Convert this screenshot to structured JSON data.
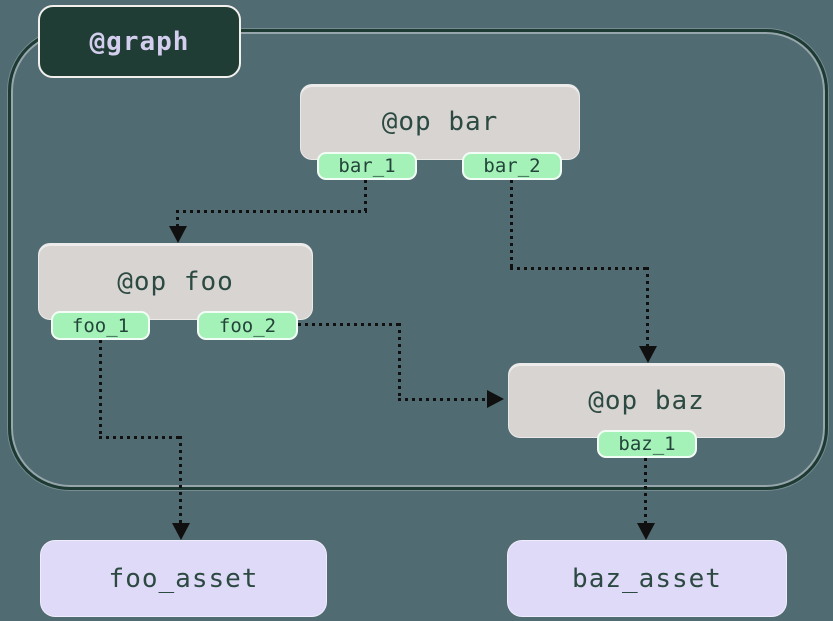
{
  "graph": {
    "label": "@graph"
  },
  "ops": [
    {
      "name": "bar",
      "label": "@op bar",
      "outputs": [
        "bar_1",
        "bar_2"
      ]
    },
    {
      "name": "foo",
      "label": "@op foo",
      "outputs": [
        "foo_1",
        "foo_2"
      ]
    },
    {
      "name": "baz",
      "label": "@op baz",
      "outputs": [
        "baz_1"
      ]
    }
  ],
  "assets": [
    {
      "label": "foo_asset"
    },
    {
      "label": "baz_asset"
    }
  ],
  "edges": [
    {
      "from": "bar.bar_1",
      "to": "op foo"
    },
    {
      "from": "bar.bar_2",
      "to": "op baz"
    },
    {
      "from": "foo.foo_2",
      "to": "op baz"
    },
    {
      "from": "foo.foo_1",
      "to": "foo_asset"
    },
    {
      "from": "baz.baz_1",
      "to": "baz_asset"
    }
  ],
  "colors": {
    "background": "#516b73",
    "graph_border": "#1d3b33",
    "graph_label_bg": "#1f3d35",
    "graph_label_text": "#d3cdee",
    "op_bg": "#d7d4d2",
    "op_text": "#2c4a42",
    "output_tab_bg": "#a5f2b8",
    "output_tab_text": "#23443a",
    "asset_bg": "#dfdaf7",
    "asset_text": "#2c4a42",
    "edge_color": "#101010"
  }
}
